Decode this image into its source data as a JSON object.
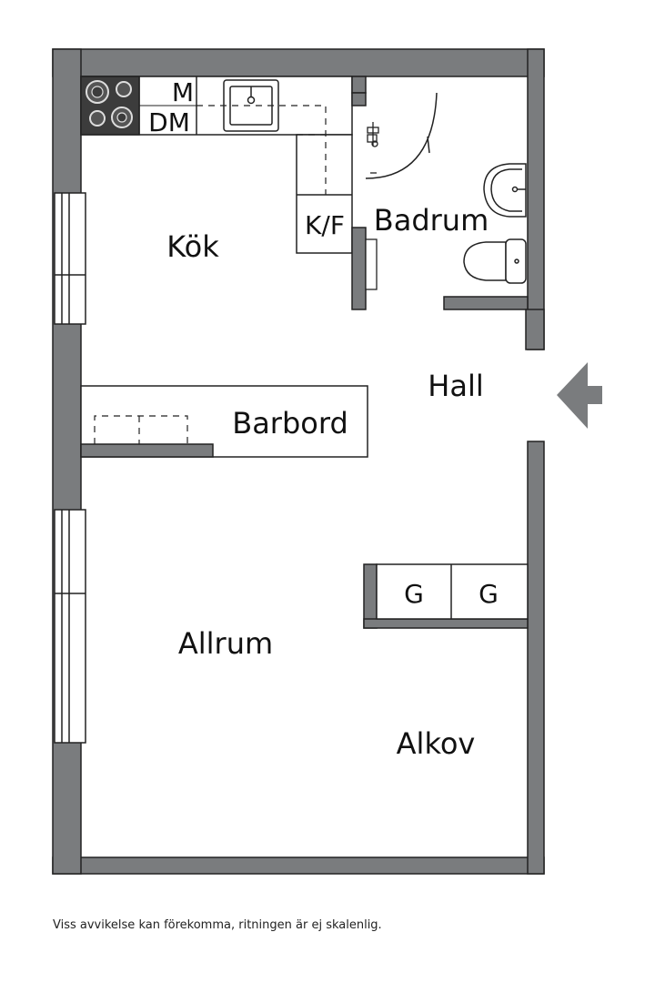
{
  "rooms": {
    "kitchen": "Kök",
    "bathroom": "Badrum",
    "hall": "Hall",
    "bar_counter": "Barbord",
    "living_room": "Allrum",
    "alcove": "Alkov"
  },
  "fixtures": {
    "microwave": "M",
    "dishwasher": "DM",
    "fridge_freezer": "K/F",
    "wardrobe_1": "G",
    "wardrobe_2": "G"
  },
  "disclaimer": "Viss avvikelse kan förekomma, ritningen är ej skalenlig.",
  "colors": {
    "wall": "#7a7c7e",
    "fixture_dark": "#3c3c3c",
    "line": "#222222"
  }
}
